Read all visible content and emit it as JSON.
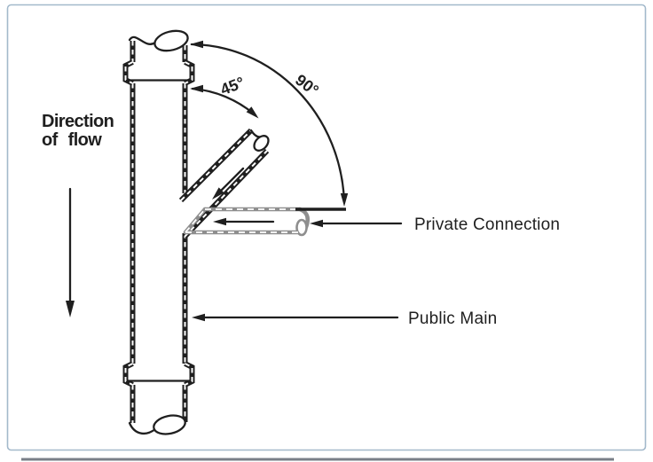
{
  "colors": {
    "ink": "#1f1f1f",
    "alt_pipe_gray": "#8e8e8e",
    "frame_border": "#a3b9cb",
    "page_background": "#ffffff"
  },
  "labels": {
    "direction_line1": "Direction",
    "direction_line2": "of flow",
    "angle_45": "45°",
    "angle_90": "90°",
    "private_connection": "Private Connection",
    "public_main": "Public Main"
  }
}
